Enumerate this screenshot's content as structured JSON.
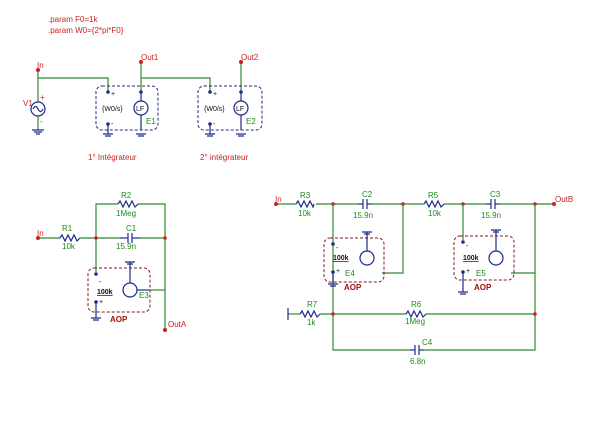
{
  "params": [
    ".param F0=1k",
    ".param W0={2*pi*F0}"
  ],
  "nets": {
    "in1": "In",
    "out1": "Out1",
    "out2": "Out2",
    "in2": "In",
    "outA": "OutA",
    "in3": "In",
    "outB": "OutB"
  },
  "integrators": {
    "e1": {
      "name": "E1",
      "expr": "{W0/s}",
      "caption": "1° Intégrateur",
      "symbol": "LF"
    },
    "e2": {
      "name": "E2",
      "expr": "{W0/s}",
      "caption": "2° intégrateur",
      "symbol": "LF"
    }
  },
  "source": {
    "name": "V1"
  },
  "circuit_a": {
    "r1": {
      "name": "R1",
      "value": "10k"
    },
    "r2": {
      "name": "R2",
      "value": "1Meg"
    },
    "c1": {
      "name": "C1",
      "value": "15.9n"
    },
    "e3": {
      "name": "E3",
      "gain": "100k",
      "label": "AOP"
    }
  },
  "circuit_b": {
    "r3": {
      "name": "R3",
      "value": "10k"
    },
    "c2": {
      "name": "C2",
      "value": "15.9n"
    },
    "r5": {
      "name": "R5",
      "value": "10k"
    },
    "c3": {
      "name": "C3",
      "value": "15.9n"
    },
    "e4": {
      "name": "E4",
      "gain": "100k",
      "label": "AOP"
    },
    "e5": {
      "name": "E5",
      "gain": "100k",
      "label": "AOP"
    },
    "r7": {
      "name": "R7",
      "value": "1k"
    },
    "r6": {
      "name": "R6",
      "value": "1Meg"
    },
    "c4": {
      "name": "C4",
      "value": "6.8n"
    }
  },
  "signs": {
    "plus": "+",
    "minus": "-"
  },
  "colors": {
    "wire": "#2e8b2e",
    "component": "#1e2a8c",
    "net_label": "#cc2020",
    "value_label": "#1e8a1e",
    "aop_box": "#7a1c1c"
  }
}
